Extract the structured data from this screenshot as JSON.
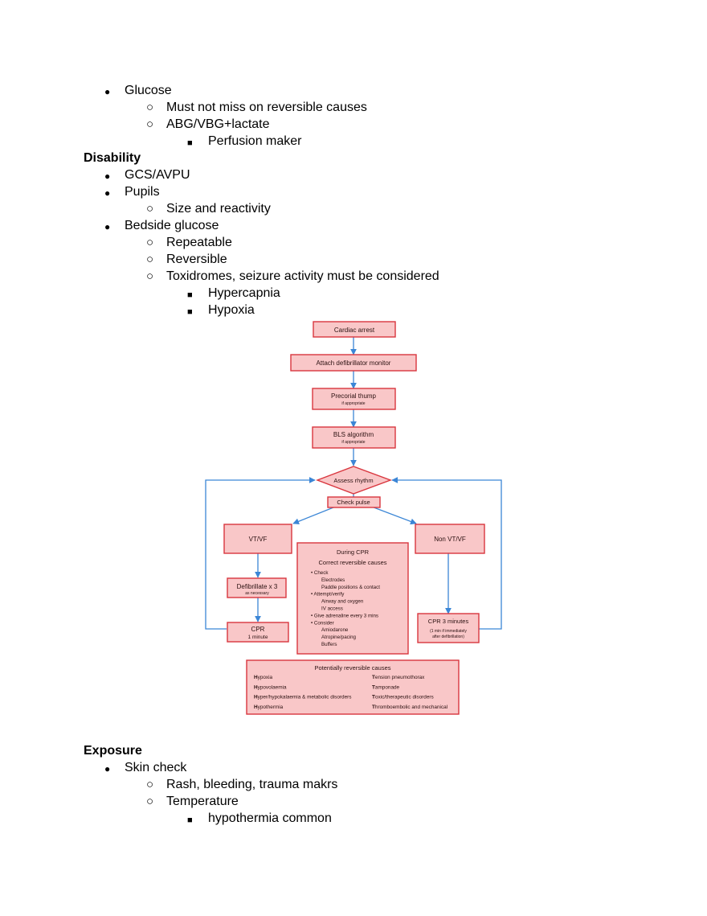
{
  "circulation_tail": {
    "glucose": "Glucose",
    "must_not_miss": "Must not miss on reversible causes",
    "abg": "ABG/VBG+lactate",
    "perfusion": "Perfusion maker"
  },
  "disability": {
    "heading": "Disability",
    "gcs": "GCS/AVPU",
    "pupils": "Pupils",
    "size_reactivity": "Size and reactivity",
    "bedside_glucose": "Bedside glucose",
    "repeatable": "Repeatable",
    "reversible": "Reversible",
    "toxidromes": "Toxidromes, seizure activity must be considered",
    "hypercapnia": "Hypercapnia",
    "hypoxia": "Hypoxia"
  },
  "bullets": {
    "level1": "●",
    "level2": "○",
    "level3": "■"
  },
  "flowchart": {
    "colors": {
      "fill": "#f9c7c8",
      "stroke": "#d9363e",
      "arrow": "#3b86d6"
    },
    "cardiac_arrest": "Cardiac arrest",
    "attach_defib": "Attach defibrillator monitor",
    "precordial_thump": "Precorial thump",
    "precordial_sub": "if appropriate",
    "bls": "BLS algorithm",
    "bls_sub": "if appropriate",
    "assess_rhythm": "Assess rhythm",
    "check_pulse": "Check pulse",
    "vtvf": "VT/VF",
    "non_vtvf": "Non VT/VF",
    "defibrillate": "Defibrillate x 3",
    "defibrillate_sub": "as necessary",
    "cpr_left": "CPR",
    "cpr_left_sub": "1 minute",
    "cpr_right": "CPR 3 minutes",
    "cpr_right_sub1": "(1 min if immediately",
    "cpr_right_sub2": "after defibrillation)",
    "during_cpr": {
      "title1": "During CPR",
      "title2": "Correct reversible causes",
      "lines": [
        "• Check",
        "Electrodes",
        "Paddle positions & contact",
        "• Attempt/verify",
        "Airway and oxygen",
        "IV access",
        "• Give adrenaline every 3 mins",
        "• Consider",
        "Amiodarone",
        "Atropine/pacing",
        "Buffers"
      ]
    },
    "reversible": {
      "title": "Potentially reversible causes",
      "left": [
        {
          "initial": "H",
          "rest": "ypoxia"
        },
        {
          "initial": "H",
          "rest": "ypovolaemia"
        },
        {
          "initial": "H",
          "rest": "yper/hypokalaemia & metabolic disorders"
        },
        {
          "initial": "H",
          "rest": "ypothermia"
        }
      ],
      "right": [
        {
          "initial": "T",
          "rest": "ension pneumothorax"
        },
        {
          "initial": "T",
          "rest": "amponade"
        },
        {
          "initial": "T",
          "rest": "oxic/therapeutic disorders"
        },
        {
          "initial": "T",
          "rest": "hromboembolic and mechanical"
        }
      ]
    }
  },
  "exposure": {
    "heading": "Exposure",
    "skin_check": "Skin check",
    "rash": "Rash, bleeding, trauma makrs",
    "temperature": "Temperature",
    "hypothermia": "hypothermia common"
  }
}
